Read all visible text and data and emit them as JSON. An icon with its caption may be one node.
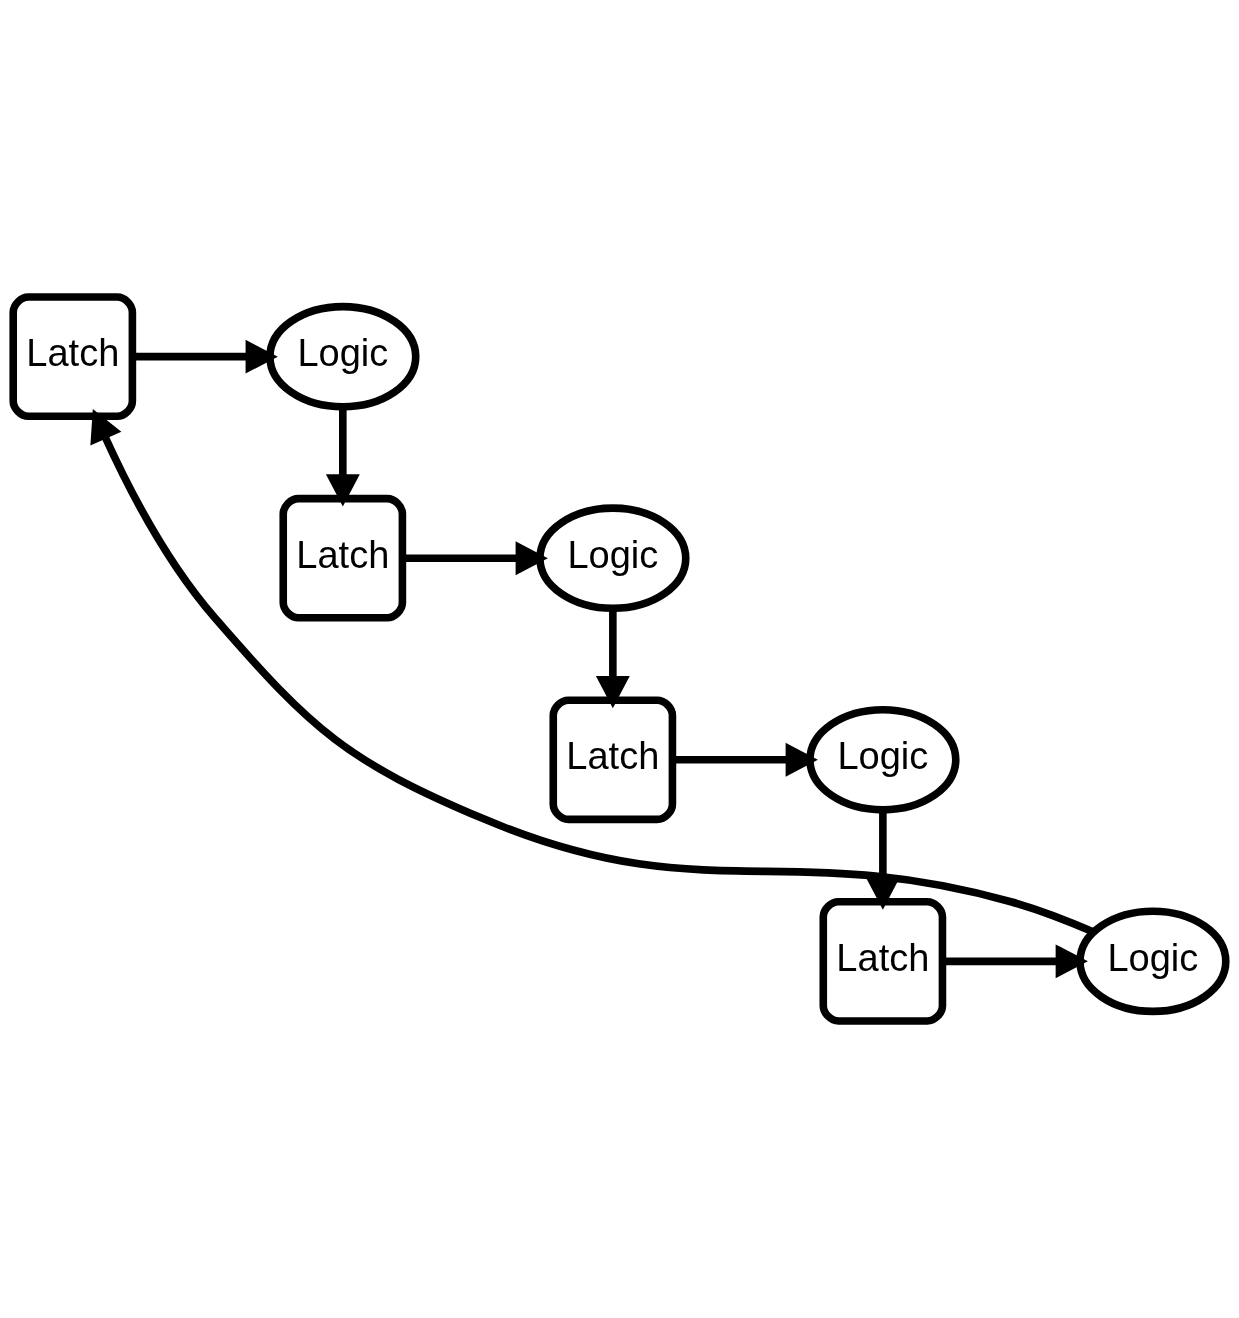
{
  "diagram": {
    "nodes": [
      {
        "text": [
          "Latch"
        ]
      },
      {
        "text": [
          "Logic"
        ]
      },
      {
        "text": [
          "Latch"
        ]
      },
      {
        "text": [
          "Logic"
        ]
      },
      {
        "text": [
          "Latch"
        ]
      },
      {
        "text": [
          "Logic"
        ]
      },
      {
        "text": [
          "Latch"
        ]
      },
      {
        "text": [
          "Logic"
        ]
      }
    ],
    "edges": [
      {
        "from": 0,
        "to": 1,
        "arrow": "to"
      },
      {
        "from": 1,
        "to": 2,
        "arrow": "to"
      },
      {
        "from": 2,
        "to": 3,
        "arrow": "to"
      },
      {
        "from": 3,
        "to": 4,
        "arrow": "to"
      },
      {
        "from": 4,
        "to": 5,
        "arrow": "to"
      },
      {
        "from": 5,
        "to": 6,
        "arrow": "to"
      },
      {
        "from": 6,
        "to": 7,
        "arrow": "to"
      },
      {
        "from": 7,
        "to": 0,
        "arrow": "to"
      }
    ]
  }
}
